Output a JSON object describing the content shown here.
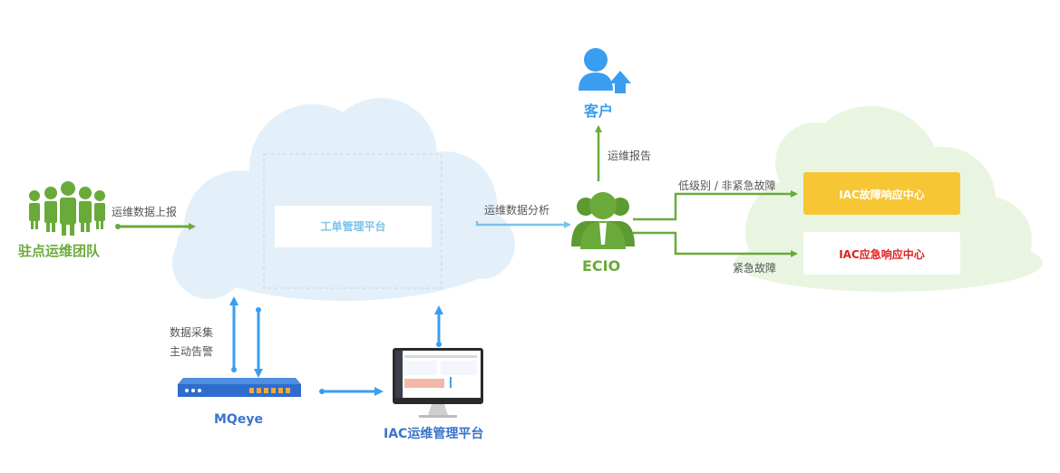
{
  "nodes": {
    "team": "驻点运维团队",
    "customer": "客户",
    "ecio": "ECIO",
    "mqeye": "MQeye",
    "iac_platform": "IAC运维管理平台",
    "ticket_platform": "工单管理平台",
    "fault_center": "IAC故障响应中心",
    "emergency_center": "IAC应急响应中心"
  },
  "edges": {
    "report_up": "运维数据上报",
    "ops_report": "运维报告",
    "data_analysis": "运维数据分析",
    "low_level": "低级别 / 非紧急故障",
    "urgent": "紧急故障",
    "collect": "数据采集",
    "alert": "主动告警"
  },
  "colors": {
    "green": "#6aaa3a",
    "blue": "#3a9ef0",
    "cloud_blue": "#e3f0f9",
    "cloud_green": "#eaf5e1",
    "yellow": "#f7c634",
    "red": "#e02020"
  }
}
